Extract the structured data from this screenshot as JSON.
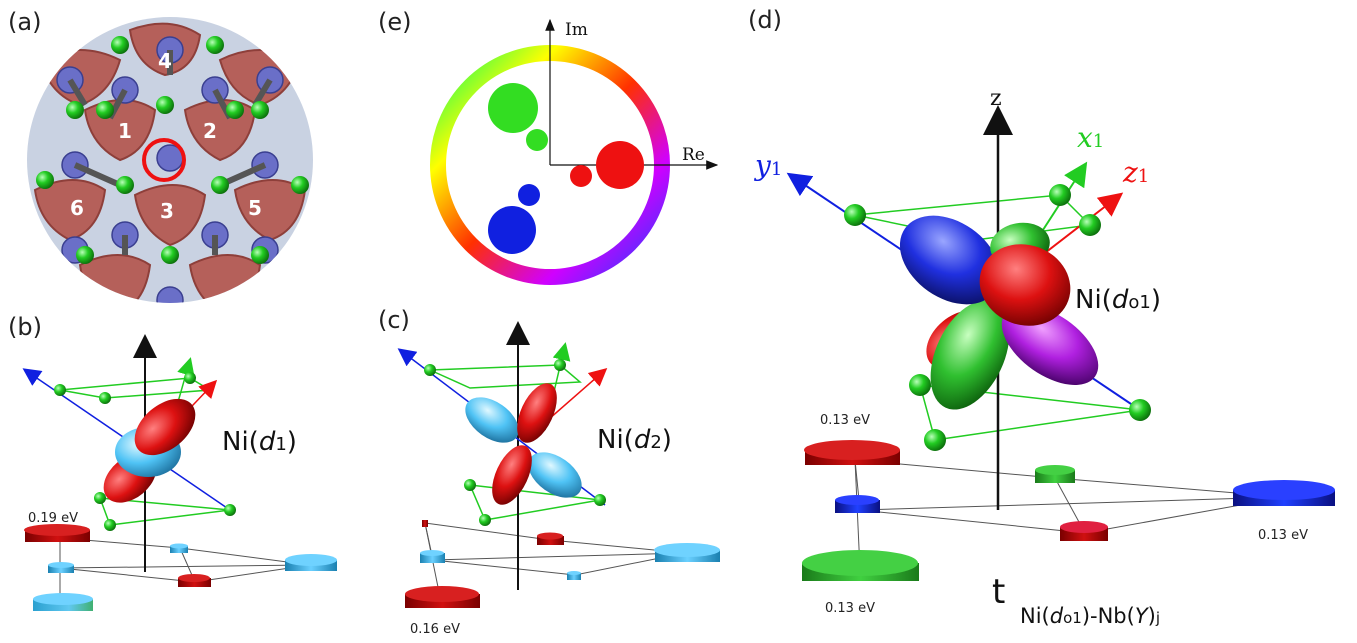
{
  "panels": {
    "a": {
      "label": "(a)",
      "sites": [
        "4",
        "1",
        "2",
        "6",
        "3",
        "5"
      ]
    },
    "b": {
      "label": "(b)",
      "orbital_prefix": "Ni(",
      "orbital_italic": "d",
      "orbital_sub": "1",
      "orbital_suffix": ")",
      "energy": "0.19 eV"
    },
    "c": {
      "label": "(c)",
      "orbital_prefix": "Ni(",
      "orbital_italic": "d",
      "orbital_sub": "2",
      "orbital_suffix": ")",
      "energy": "0.16 eV"
    },
    "d": {
      "label": "(d)",
      "axis_z": "z",
      "axis_x": "x",
      "axis_x_sub": "1",
      "axis_y": "y",
      "axis_y_sub": "1",
      "axis_z1": "z",
      "axis_z1_sub": "1",
      "orbital_prefix": "Ni(",
      "orbital_italic": "d",
      "orbital_sub": "o1",
      "orbital_suffix": ")",
      "energies": [
        "0.13 eV",
        "0.13 eV",
        "0.13 eV"
      ],
      "hopping_t": "t",
      "hopping_sub_a": "Ni(",
      "hopping_sub_italic": "d",
      "hopping_sub_o1": "o1",
      "hopping_sub_mid": ")-Nb(",
      "hopping_sub_Y": "Y",
      "hopping_sub_end": ")",
      "hopping_sub_j": "j"
    },
    "e": {
      "label": "(e)",
      "axis_im": "Im",
      "axis_re": "Re"
    }
  },
  "colors": {
    "red": "#e01020",
    "green": "#22cc22",
    "blue": "#1020e0",
    "cyan": "#33b5f0",
    "darkred": "#b01010",
    "brown": "#b5605a",
    "ni": "#6a6fc8"
  }
}
